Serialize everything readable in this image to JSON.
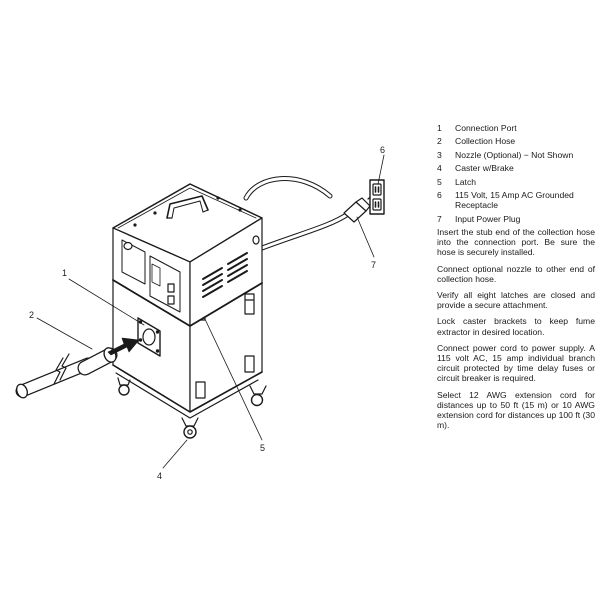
{
  "callouts": {
    "c1": "1",
    "c2": "2",
    "c4": "4",
    "c5": "5",
    "c6": "6",
    "c7": "7"
  },
  "legend": [
    {
      "num": "1",
      "text": "Connection Port"
    },
    {
      "num": "2",
      "text": "Collection Hose"
    },
    {
      "num": "3",
      "text": "Nozzle (Optional) − Not Shown"
    },
    {
      "num": "4",
      "text": "Caster w/Brake"
    },
    {
      "num": "5",
      "text": "Latch"
    },
    {
      "num": "6",
      "text": "115 Volt, 15 Amp AC Grounded Receptacle"
    },
    {
      "num": "7",
      "text": "Input Power Plug"
    }
  ],
  "instructions": [
    "Insert the stub end of the collection hose into the connection port. Be sure the hose is securely installed.",
    "Connect optional nozzle to other end of collection hose.",
    "Verify all eight latches are closed and provide a secure attachment.",
    "Lock caster brackets to keep fume extractor in desired location.",
    "Connect power cord to power supply. A 115 volt AC, 15 amp individual branch circuit protected by time delay fuses or circuit breaker is required.",
    "Select 12 AWG extension cord for distances up to 50 ft (15 m) or 10 AWG extension cord for distances up 100 ft (30 m)."
  ]
}
